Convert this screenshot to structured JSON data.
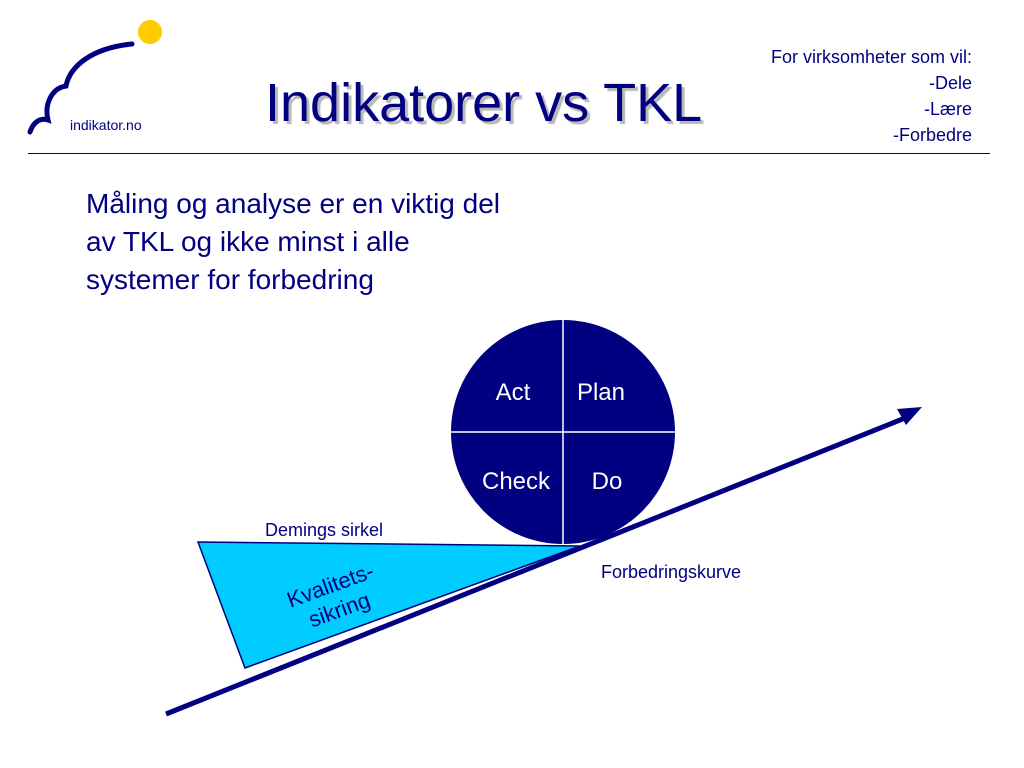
{
  "header": {
    "logo_text": "indikator.no",
    "title": "Indikatorer vs TKL",
    "tagline": [
      "For virksomheter som vil:",
      "-Dele",
      "-Lære",
      "-Forbedre"
    ]
  },
  "body": {
    "lines": [
      "Måling og analyse er en viktig del",
      "av TKL og ikke minst i alle",
      "systemer for forbedring"
    ]
  },
  "diagram": {
    "pdca": {
      "act": "Act",
      "plan": "Plan",
      "check": "Check",
      "do": "Do"
    },
    "demings_label": "Demings sirkel",
    "quality_label": [
      "Kvalitets-",
      "sikring"
    ],
    "curve_label": "Forbedringskurve"
  },
  "colors": {
    "navy": "#000080",
    "wedge": "#00ccff",
    "sun": "#ffcc00",
    "title_shadow": "#b8b8b8"
  }
}
